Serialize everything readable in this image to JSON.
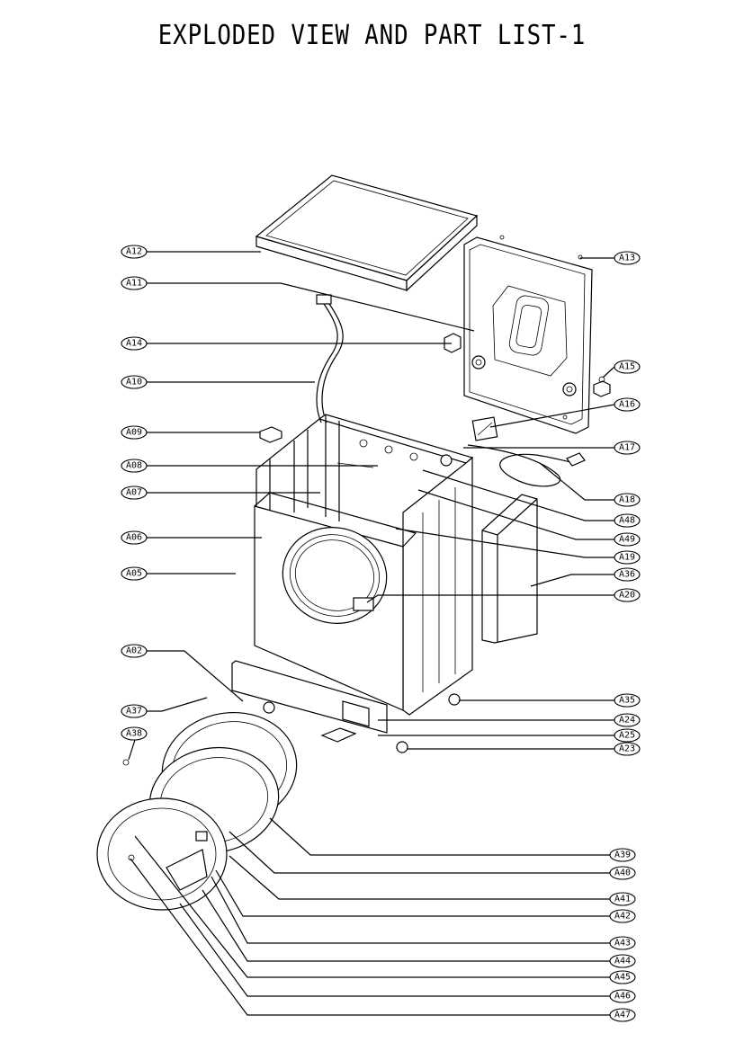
{
  "title": "EXPLODED VIEW AND PART LIST-1",
  "callouts": {
    "A02": "A02",
    "A05": "A05",
    "A06": "A06",
    "A07": "A07",
    "A08": "A08",
    "A09": "A09",
    "A10": "A10",
    "A11": "A11",
    "A12": "A12",
    "A13": "A13",
    "A14": "A14",
    "A15": "A15",
    "A16": "A16",
    "A17": "A17",
    "A18": "A18",
    "A19": "A19",
    "A20": "A20",
    "A23": "A23",
    "A24": "A24",
    "A25": "A25",
    "A35": "A35",
    "A36": "A36",
    "A37": "A37",
    "A38": "A38",
    "A39": "A39",
    "A40": "A40",
    "A41": "A41",
    "A42": "A42",
    "A43": "A43",
    "A44": "A44",
    "A45": "A45",
    "A46": "A46",
    "A47": "A47",
    "A48": "A48",
    "A49": "A49"
  }
}
